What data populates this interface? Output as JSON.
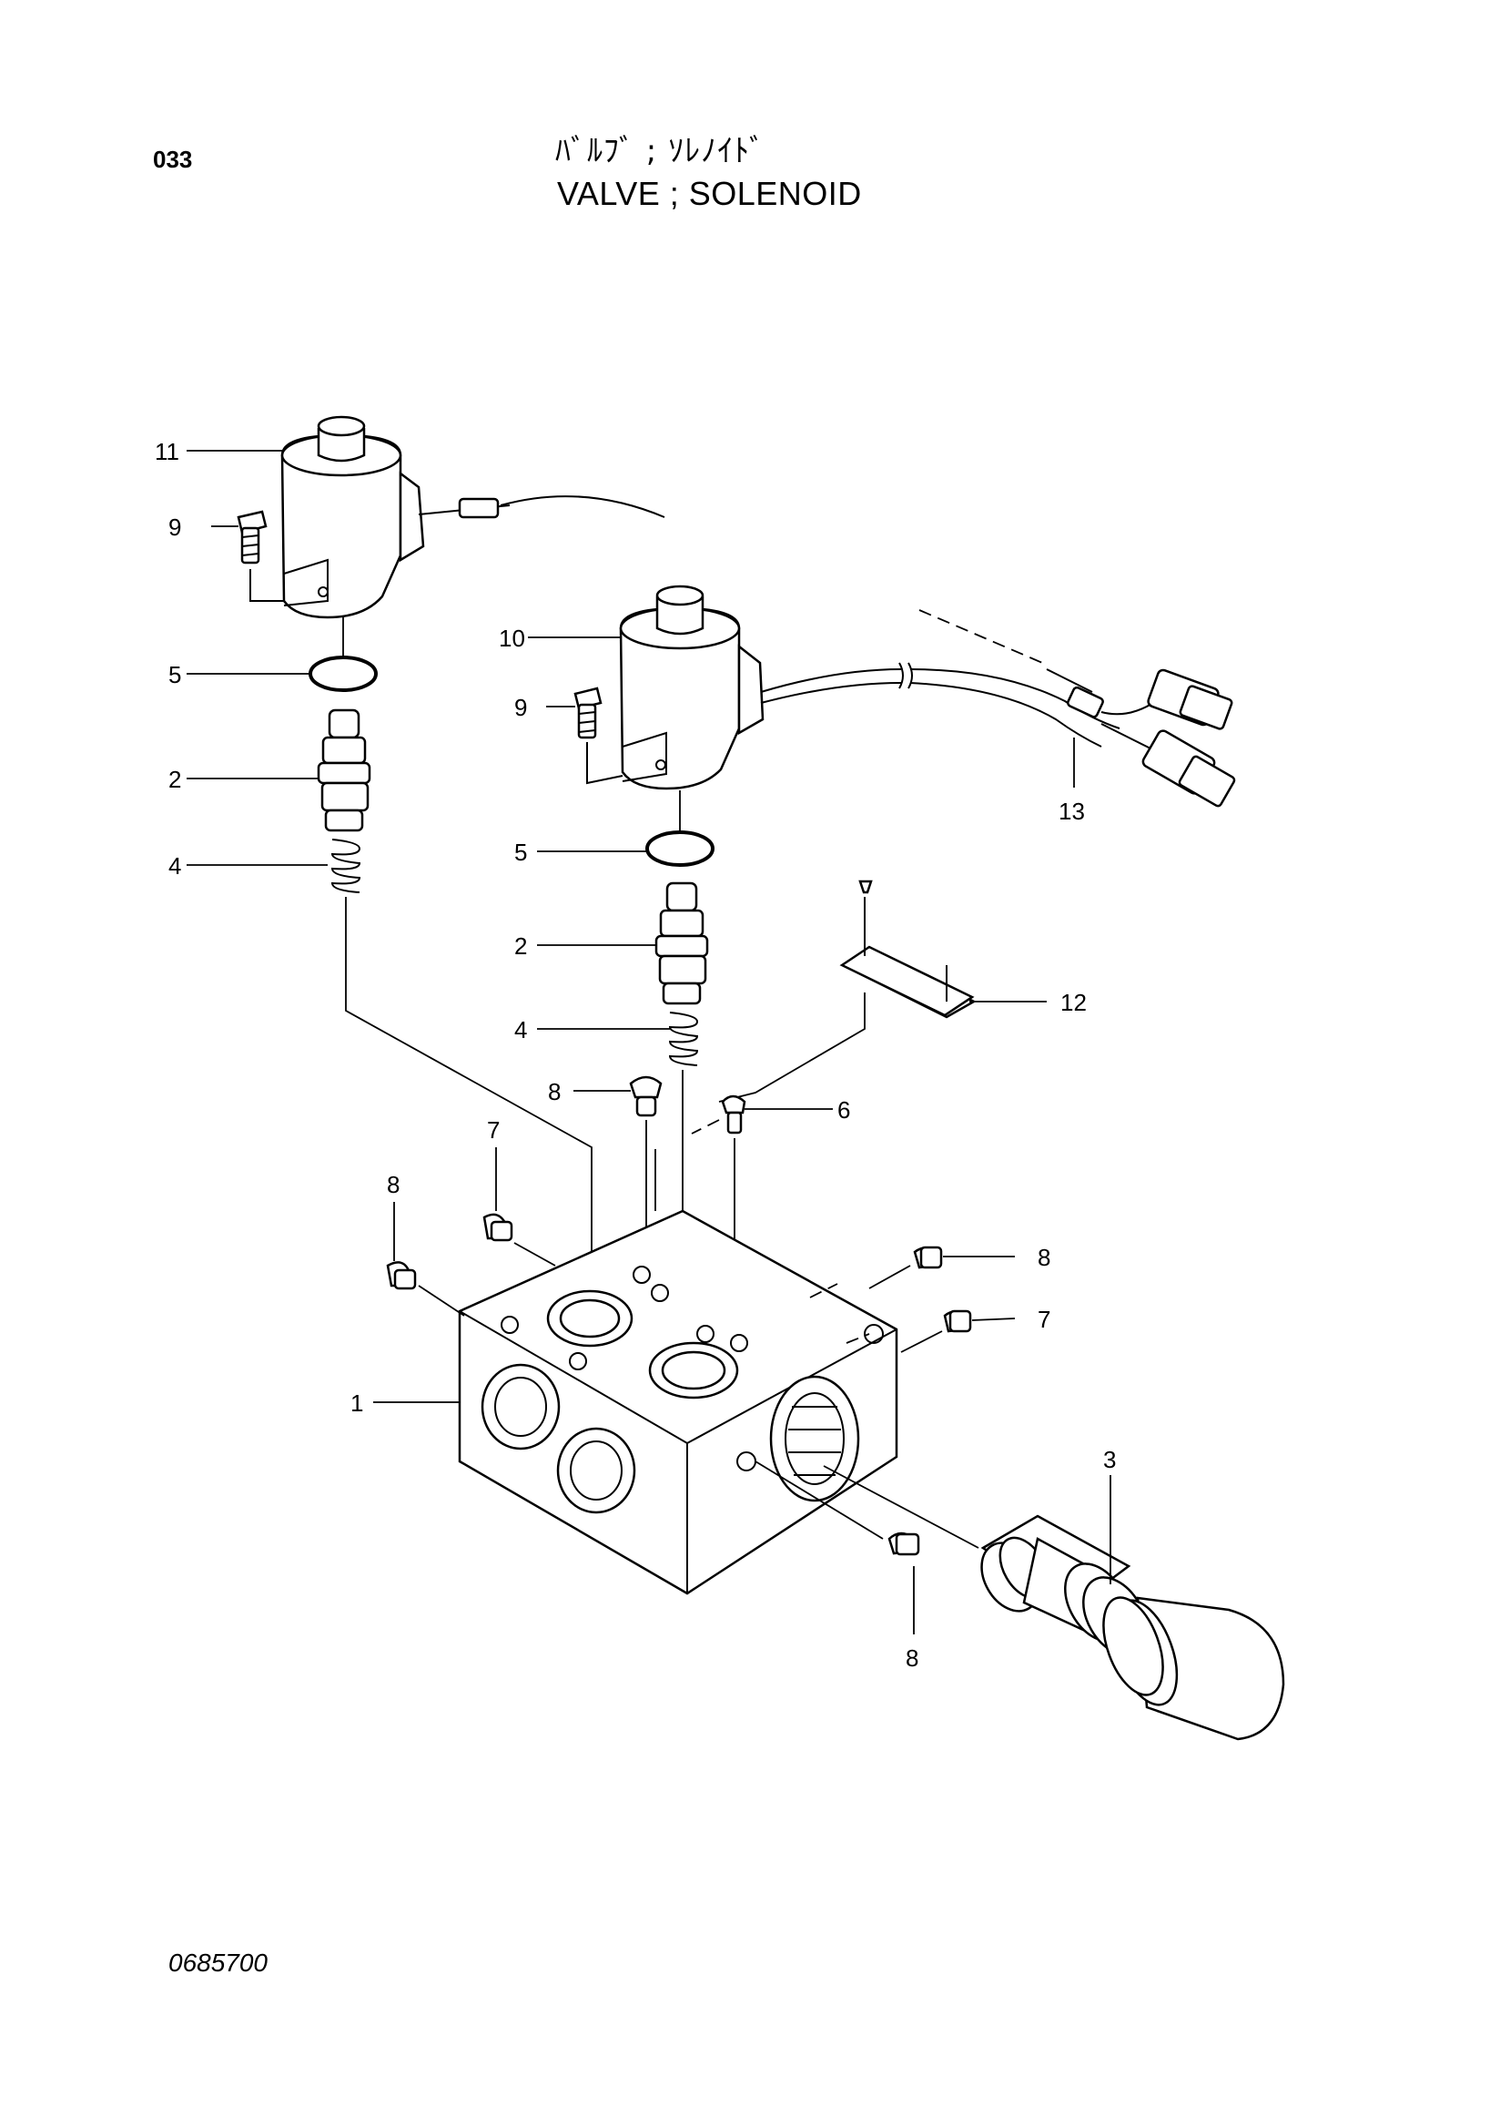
{
  "header": {
    "page_number": "033",
    "title_jp": "ﾊﾞﾙﾌﾞ ; ｿﾚﾉｲﾄﾞ",
    "title_en": "VALVE ; SOLENOID"
  },
  "callouts": {
    "c11": "11",
    "c9a": "9",
    "c5a": "5",
    "c2a": "2",
    "c4a": "4",
    "c10": "10",
    "c9b": "9",
    "c5b": "5",
    "c2b": "2",
    "c4b": "4",
    "c13": "13",
    "c12": "12",
    "c8a": "8",
    "c6": "6",
    "c7a": "7",
    "c8b": "8",
    "c1": "1",
    "c8c": "8",
    "c7b": "7",
    "c3": "3",
    "c8d": "8"
  },
  "footer": {
    "drawing_code": "0685700"
  }
}
